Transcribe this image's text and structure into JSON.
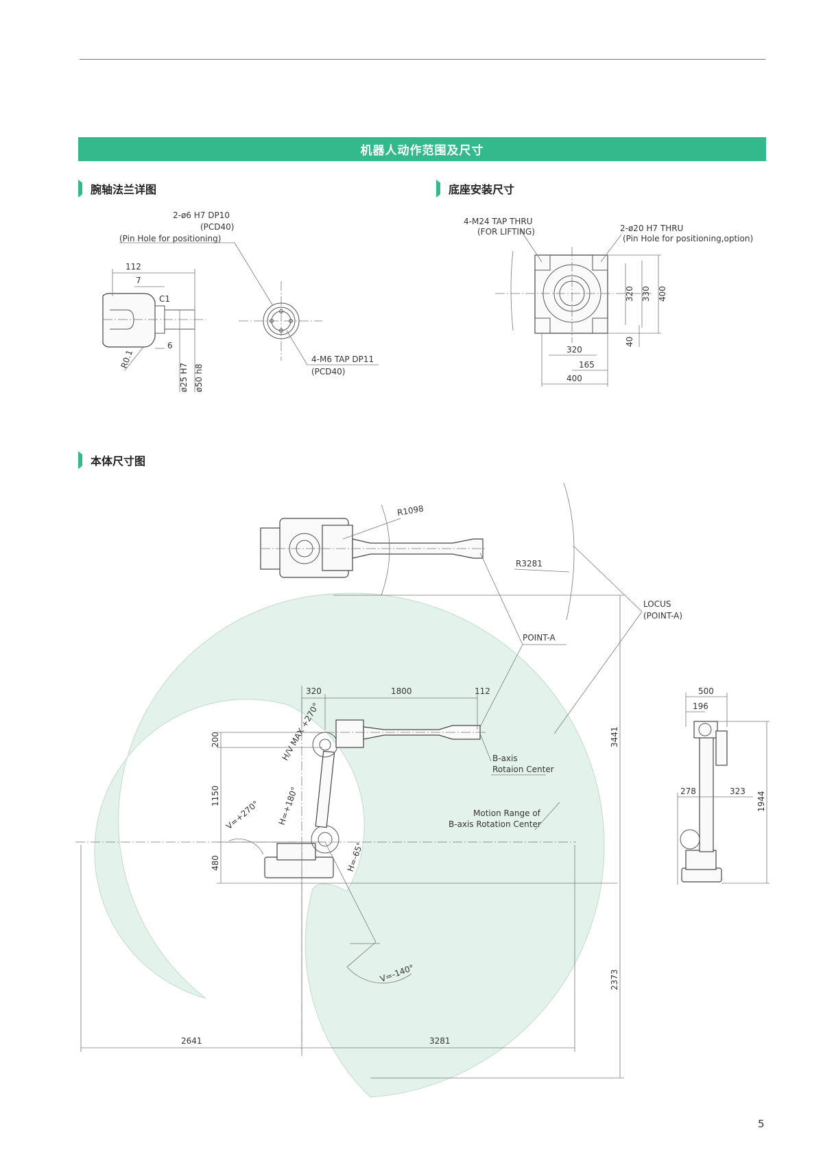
{
  "banner_title": "机器人动作范围及尺寸",
  "sections": {
    "wrist": "腕轴法兰详图",
    "base": "底座安装尺寸",
    "body": "本体尺寸图"
  },
  "page_number": "5",
  "wrist_labels": {
    "pin_hole_spec": "2-ø6 H7 DP10",
    "pcd40_a": "(PCD40)",
    "pin_hole_note": "(Pin Hole for positioning)",
    "d112": "112",
    "d7": "7",
    "c1": "C1",
    "d6": "6",
    "r01": "R0.1",
    "d25": "ø25 H7",
    "d50": "ø50 h8",
    "tap_spec": "4-M6 TAP DP11",
    "pcd40_b": "(PCD40)"
  },
  "base_labels": {
    "m24": "4-M24 TAP THRU",
    "for_lifting": "(FOR LIFTING)",
    "pin20": "2-ø20 H7 THRU",
    "pin20_note": "(Pin Hole for positioning,option)",
    "v320": "320",
    "v330": "330",
    "v400": "400",
    "v40": "40",
    "h320": "320",
    "h165": "165",
    "h400": "400"
  },
  "body_labels": {
    "r1098": "R1098",
    "r3281": "R3281",
    "locus": "LOCUS",
    "locus_point": "(POINT-A)",
    "point_a": "POINT-A",
    "d320": "320",
    "d1800": "1800",
    "d112": "112",
    "d200": "200",
    "d1150": "1150",
    "d480": "480",
    "d3441": "3441",
    "d2373": "2373",
    "d2641": "2641",
    "d3281": "3281",
    "baxis": "B-axis",
    "baxis_center": "Rotaion Center",
    "motion_range": "Motion Range of",
    "motion_center": "B-axis Rotation Center",
    "hv_max": "H/V MAX +270°",
    "v270": "V=+270°",
    "h180": "H=+180°",
    "h65": "H=-65°",
    "v140": "V=-140°",
    "s500": "500",
    "s196": "196",
    "s278": "278",
    "s323": "323",
    "s1944": "1944"
  }
}
